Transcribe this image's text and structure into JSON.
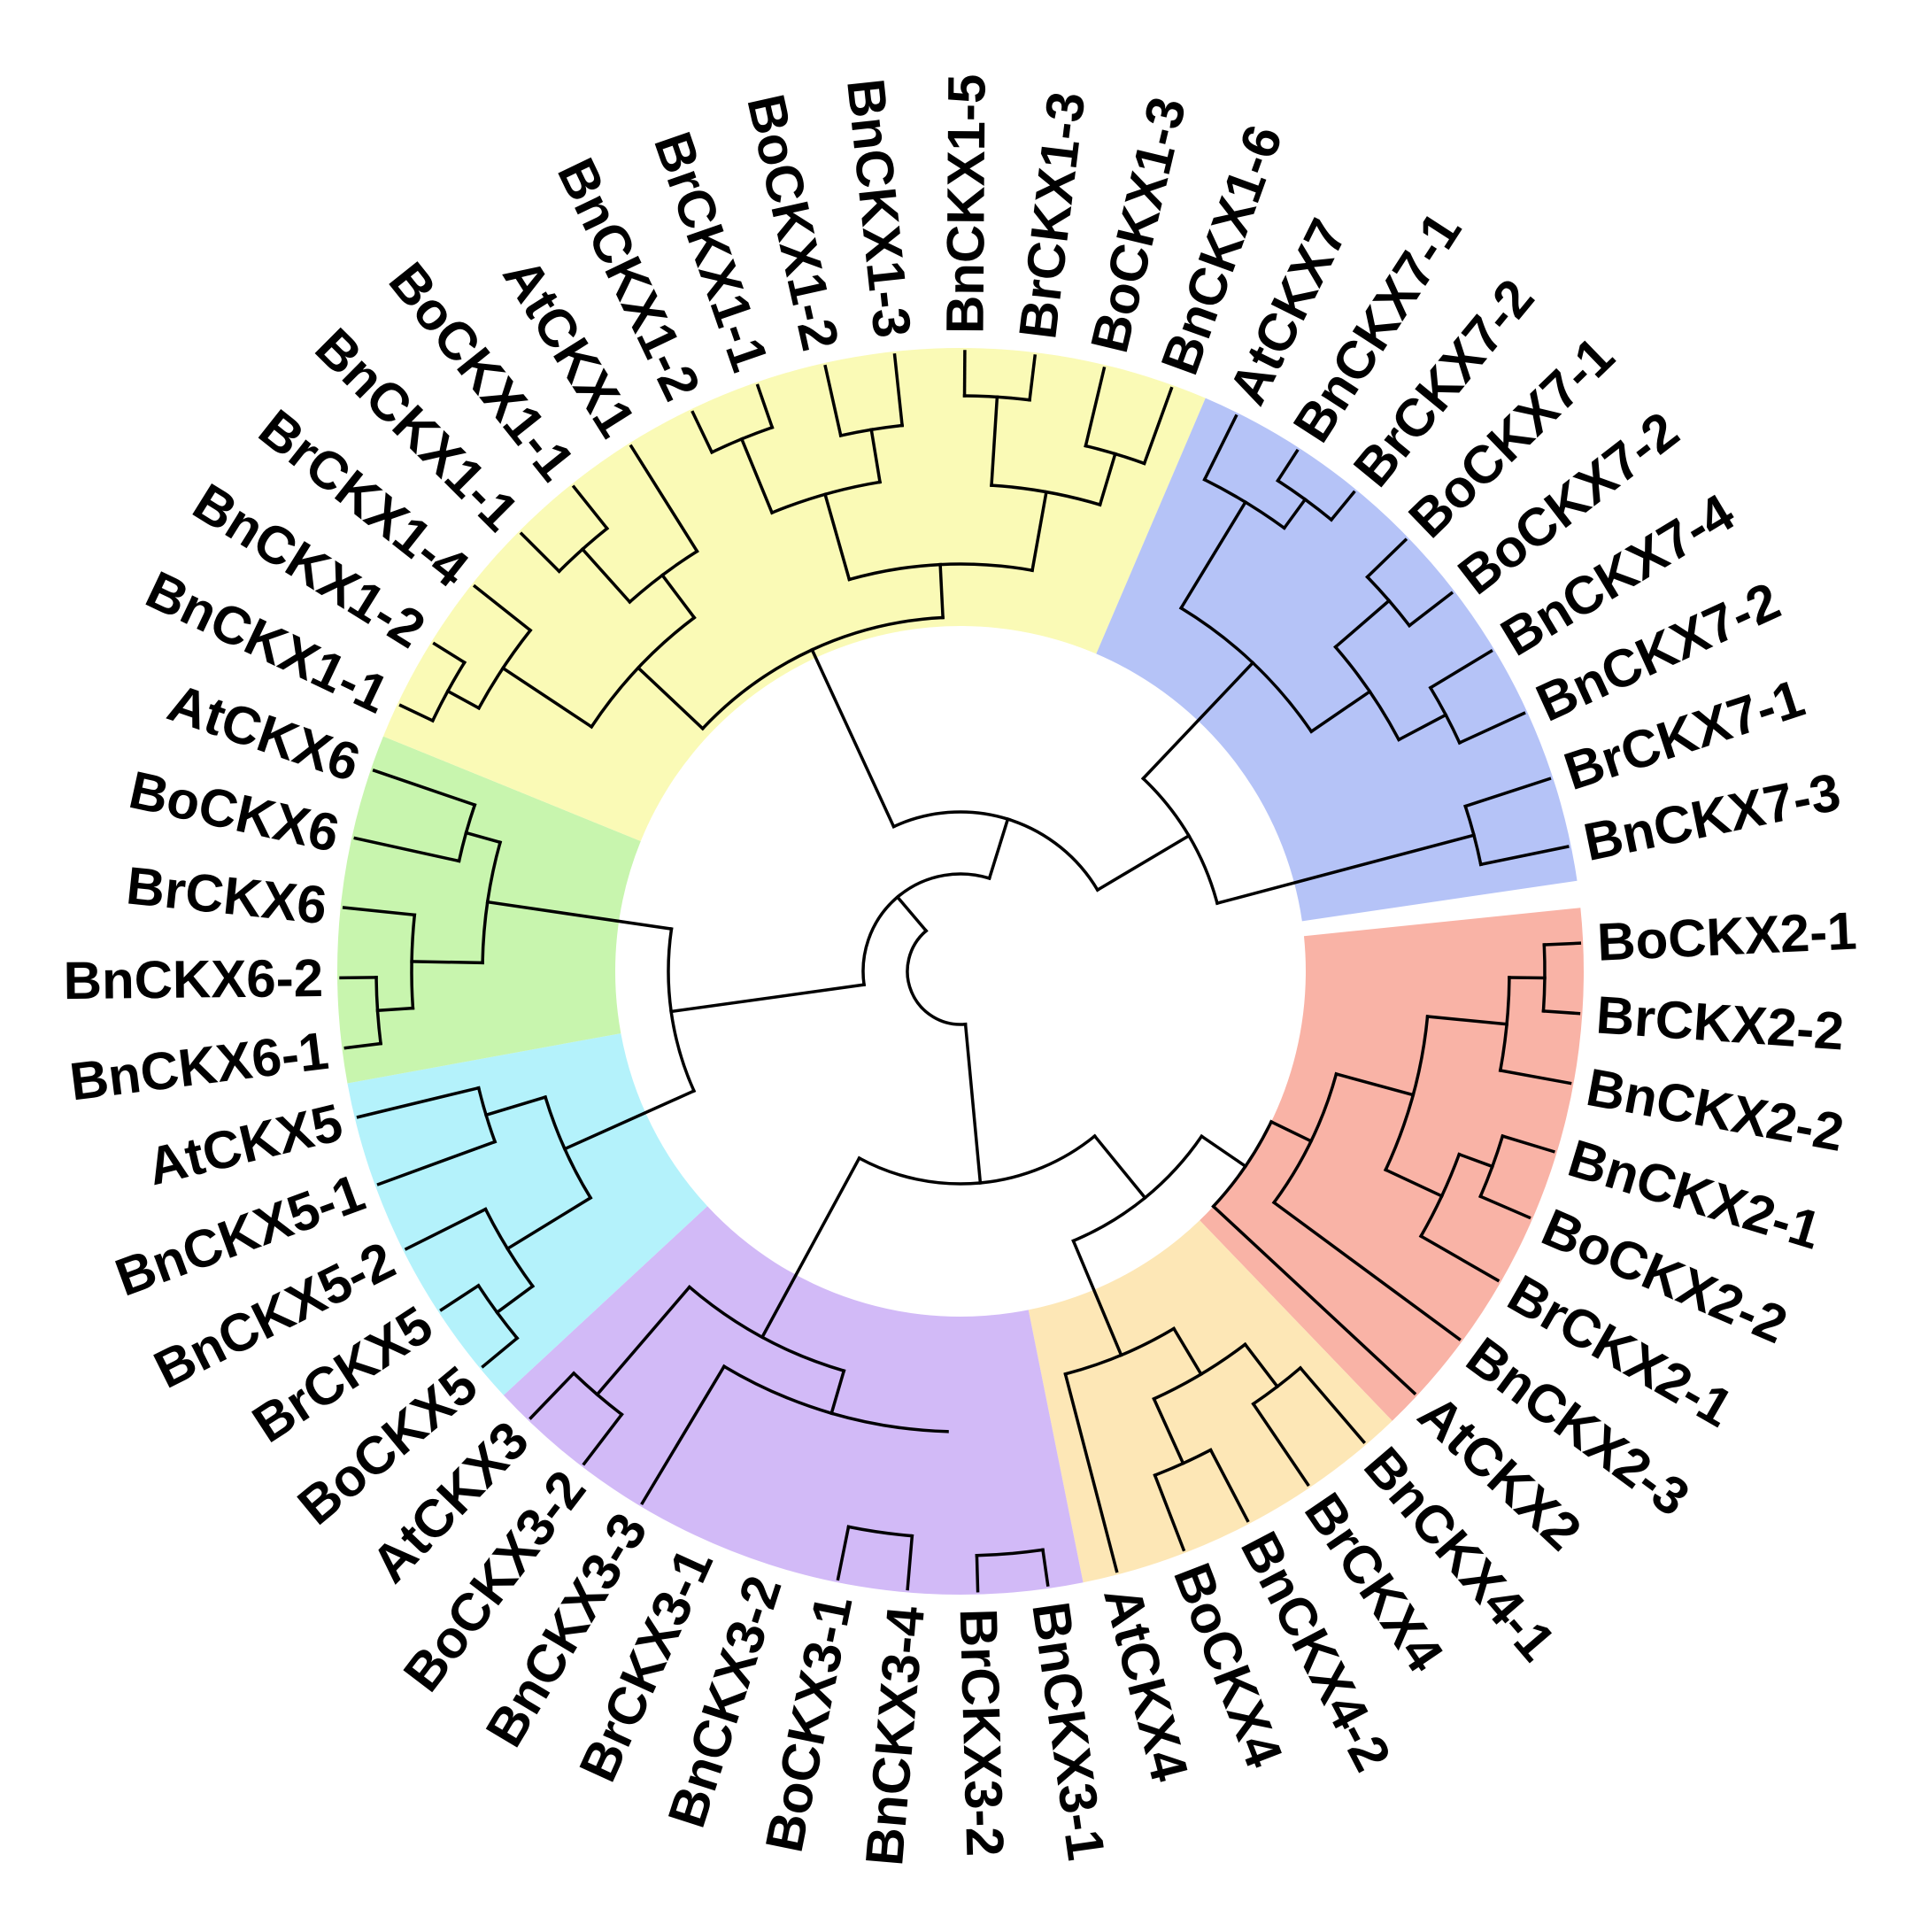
{
  "diagram": {
    "type": "circular-phylogenetic-tree",
    "leaves": [
      "BoCKX2-1",
      "BrCKX2-2",
      "BnCKX2-2",
      "BnCKX2-1",
      "BoCKX2-2",
      "BrCKX2-1",
      "BnCKX2-3",
      "AtCKX2",
      "BnCKX4-1",
      "BrCKX4",
      "BnCKX4-2",
      "BoCKX4",
      "AtCKX4",
      "BnCKX3-1",
      "BrCKX3-2",
      "BnCKX3-4",
      "BoCKX3-1",
      "BnCKX3-2",
      "BrCKX3-1",
      "BnCKX3-3",
      "BoCKX3-2",
      "AtCKX3",
      "BoCKX5",
      "BrCKX5",
      "BnCKX5-2",
      "BnCKX5-1",
      "AtCKX5",
      "BnCKX6-1",
      "BnCKX6-2",
      "BrCKX6",
      "BoCKX6",
      "AtCKX6",
      "BnCKX1-1",
      "BnCKX1-2",
      "BrCKX1-4",
      "BnCKX1-1",
      "BoCKX1-1",
      "AtCKX1",
      "BnCKX1-2",
      "BrCKX1-1",
      "BoCKX1-2",
      "BnCKX1-3",
      "BnCKX1-5",
      "BrCKX1-3",
      "BoCKX1-3",
      "BnCKX1-6",
      "AtCKX7",
      "BnCKX7-1",
      "BrCKX7-2",
      "BoCKX7-1",
      "BoCKX7-2",
      "BnCKX7-4",
      "BnCKX7-2",
      "BrCKX7-1",
      "BnCKX7-3"
    ],
    "clades": [
      {
        "group": "CKX2",
        "color": "#f9b3a6"
      },
      {
        "group": "CKX4",
        "color": "#fde7b6"
      },
      {
        "group": "CKX3",
        "color": "#d2baf7"
      },
      {
        "group": "CKX5",
        "color": "#b4f2fb"
      },
      {
        "group": "CKX6",
        "color": "#c8f5ae"
      },
      {
        "group": "CKX1",
        "color": "#fafab6"
      },
      {
        "group": "CKX7",
        "color": "#b5c3f7"
      }
    ]
  }
}
